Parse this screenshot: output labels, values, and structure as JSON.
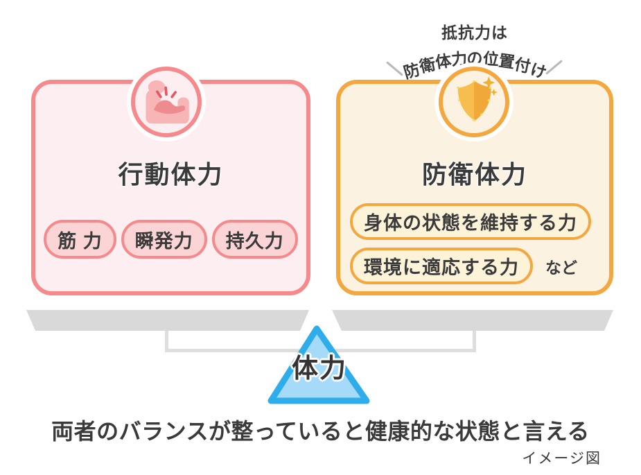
{
  "annotation": {
    "line1": "抵抗力は",
    "line2": "防衛体力の位置付け"
  },
  "cards": {
    "left": {
      "title": "行動体力",
      "pills": [
        "筋 力",
        "瞬発力",
        "持久力"
      ],
      "accent_color": "#f5898c",
      "bg_color": "#fdeff1",
      "pill_bg_color": "#fbd4d5",
      "icon": "arm-flex-icon"
    },
    "right": {
      "title": "防衛体力",
      "pills": [
        "身体の状態を維持する力",
        "環境に適応する力"
      ],
      "etc": "など",
      "accent_color": "#f3a73e",
      "bg_color": "#fcf2e2",
      "pill_bg_color": "#fdf3d9",
      "icon": "shield-icon"
    }
  },
  "balance": {
    "fulcrum_label": "体力",
    "triangle_fill": "#a5dbf8",
    "triangle_border": "#2fadea",
    "plate_color": "#d9d9d9"
  },
  "caption": "両者のバランスが整っていると健康的な状態と言える",
  "note": "イメージ図",
  "text_color": "#3a3a3a"
}
